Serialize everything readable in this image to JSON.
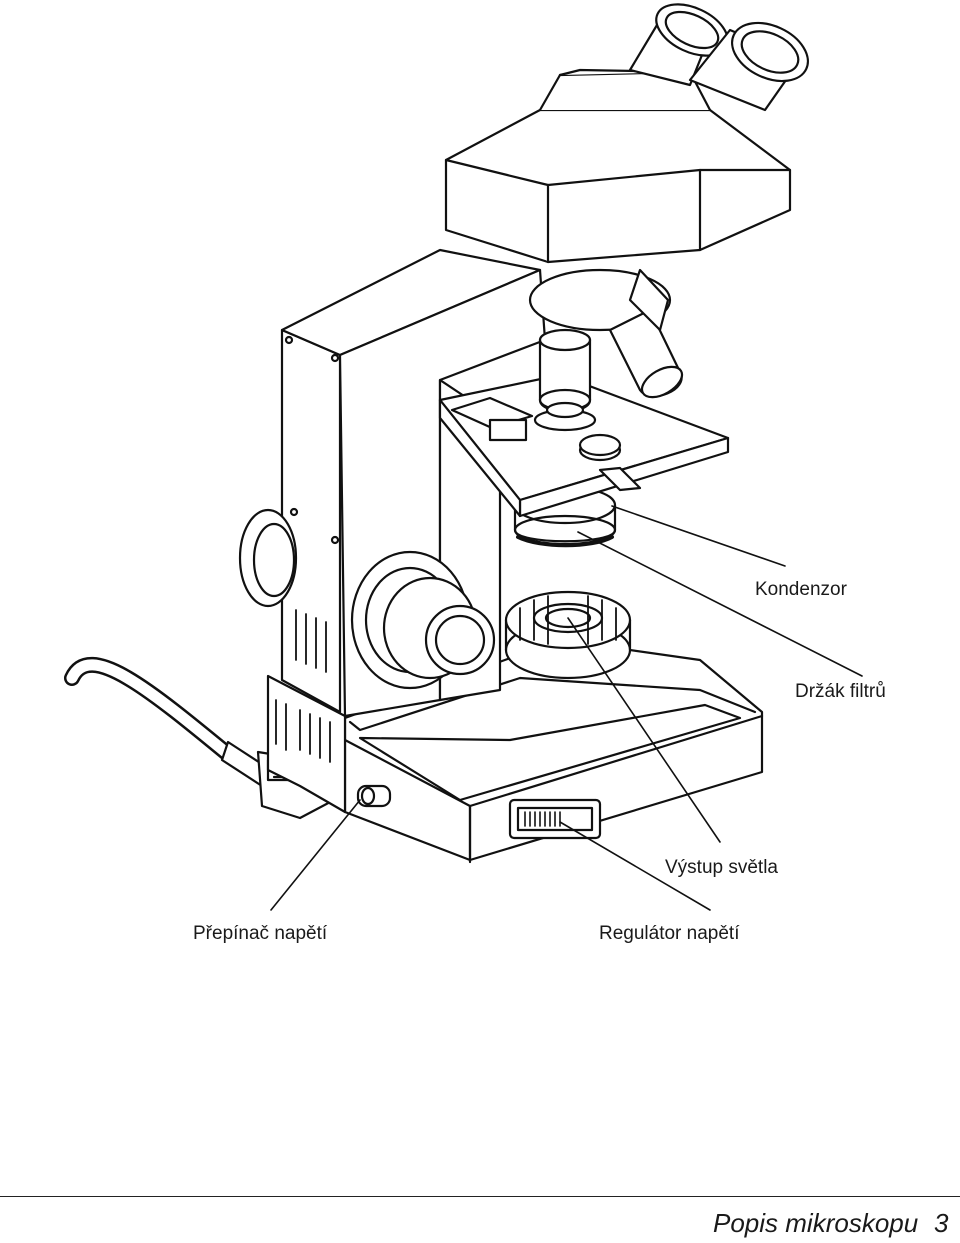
{
  "figure": {
    "callouts": {
      "kondenzor": "Kondenzor",
      "drzak_filtru": "Držák filtrů",
      "vystup_svetla": "Výstup světla",
      "prepinac_napeti": "Přepínač napětí",
      "regulator_napeti": "Regulátor napětí"
    }
  },
  "footer": {
    "title": "Popis mikroskopu",
    "page_number": "3"
  }
}
